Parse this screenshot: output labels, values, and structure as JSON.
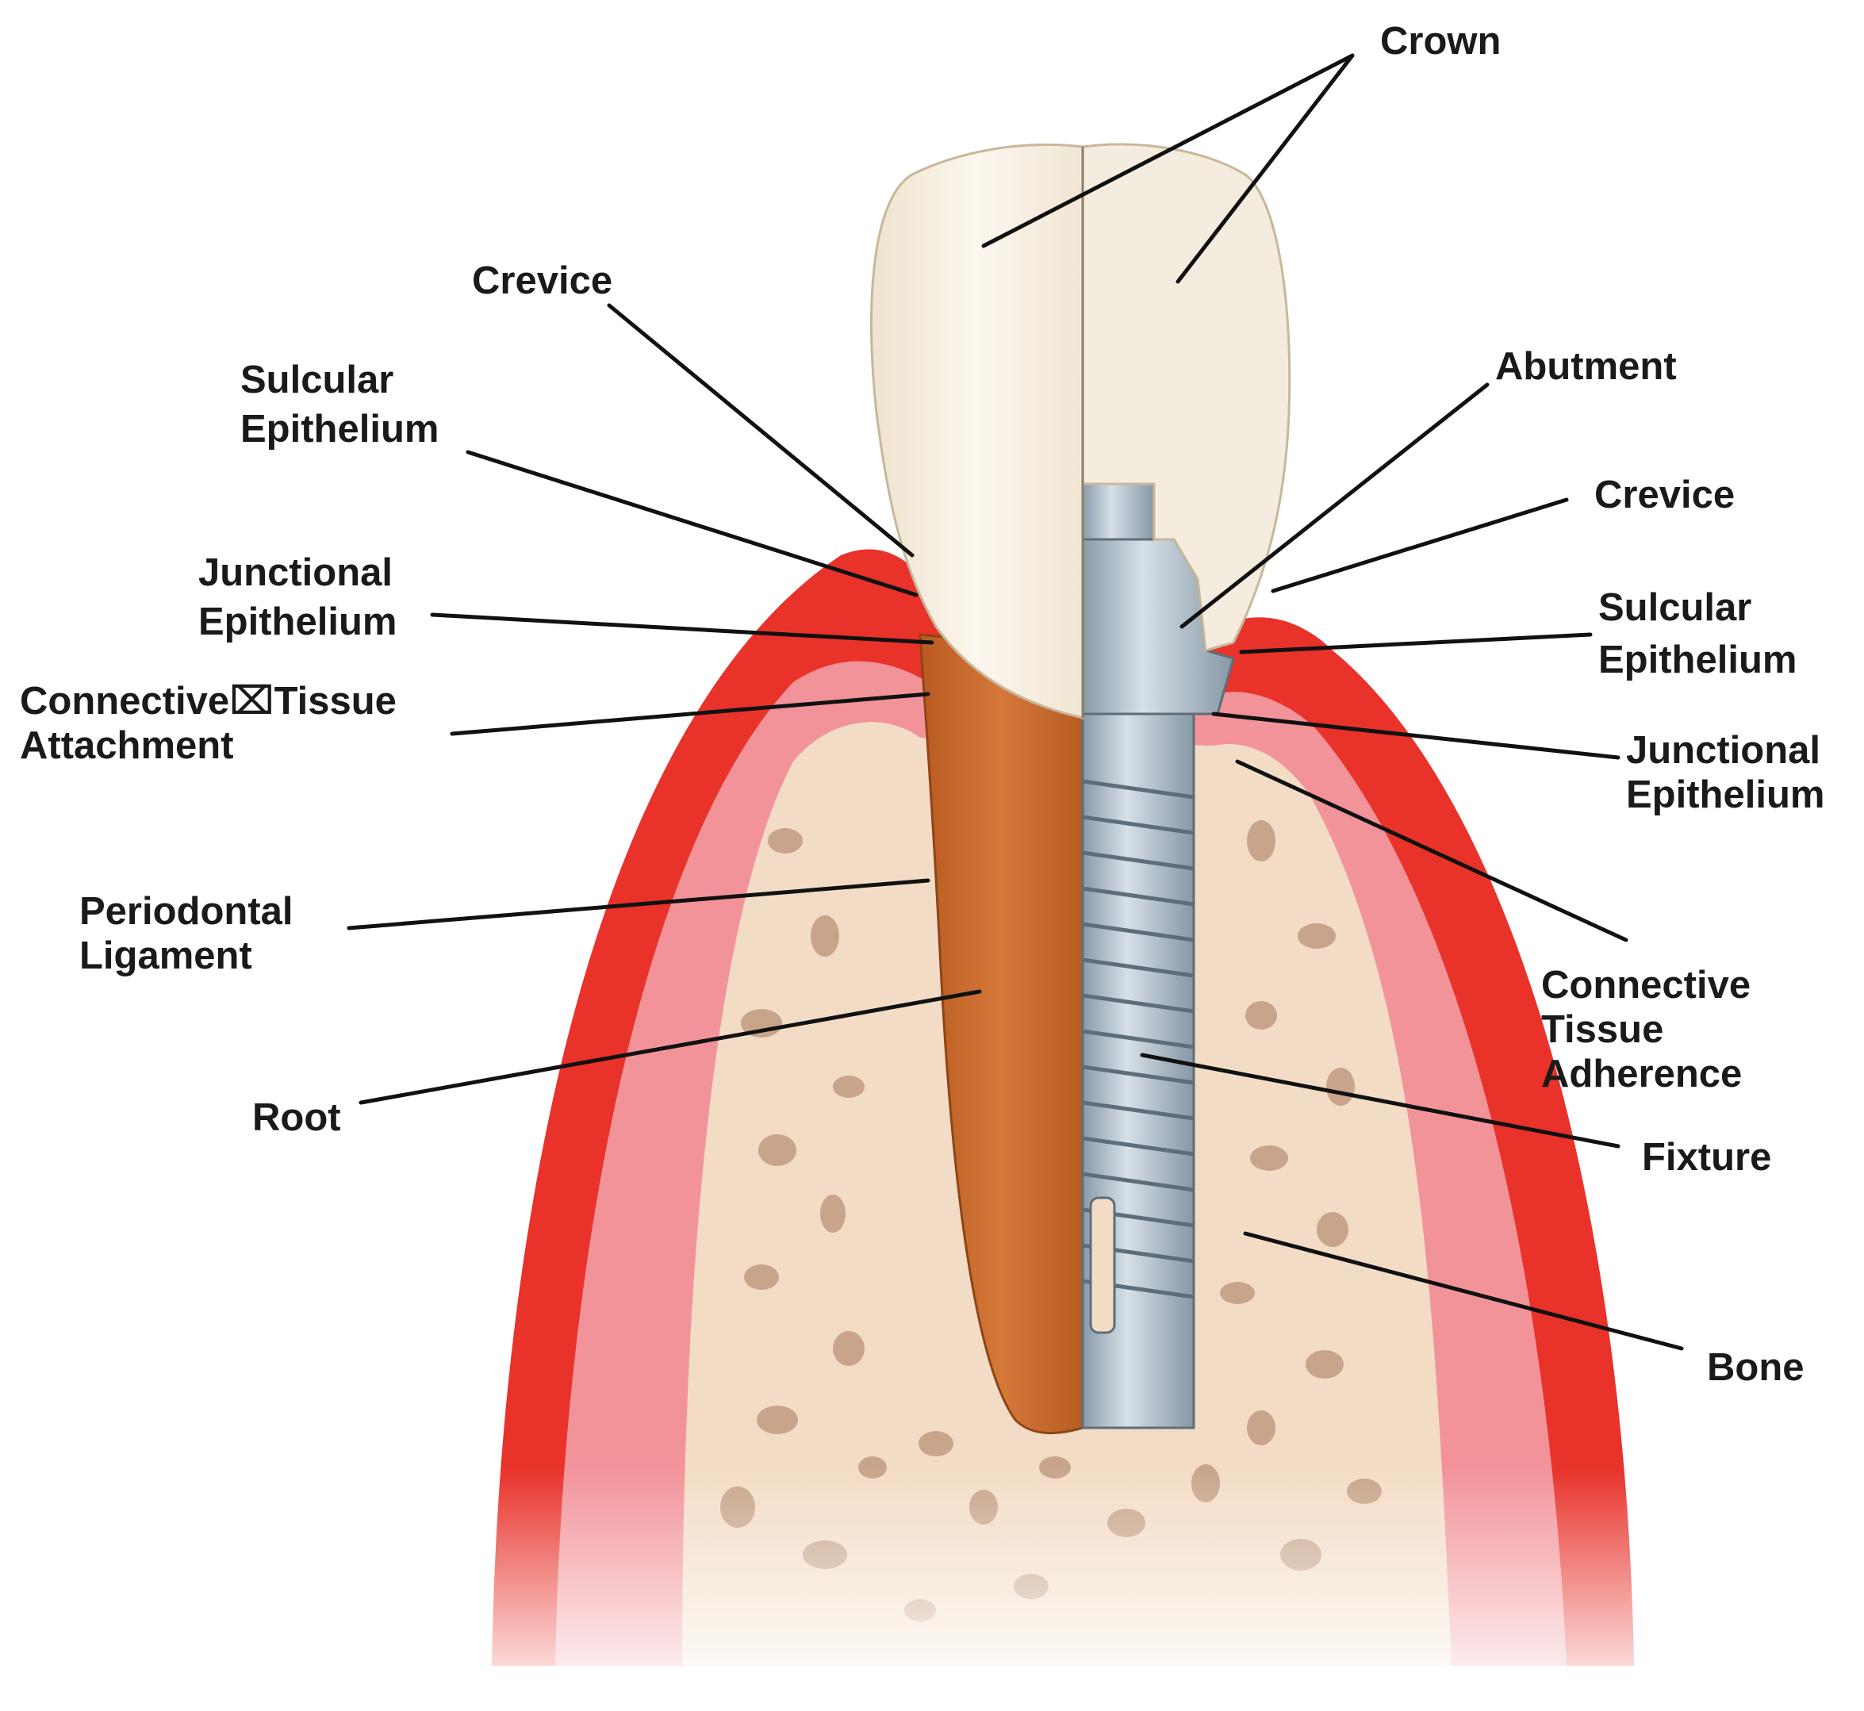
{
  "labels": {
    "crown": "Crown",
    "crevice_left": "Crevice",
    "sulcular_epithelium_left": [
      "Sulcular",
      "Epithelium"
    ],
    "junctional_epithelium_left": [
      "Junctional",
      "Epithelium"
    ],
    "connective_tissue_attachment": [
      "Connective⌧Tissue",
      "Attachment"
    ],
    "periodontal_ligament": [
      "Periodontal",
      "Ligament"
    ],
    "root": "Root",
    "abutment": "Abutment",
    "crevice_right": "Crevice",
    "sulcular_epithelium_right": [
      "Sulcular",
      "Epithelium"
    ],
    "junctional_epithelium_right": [
      "Junctional",
      "Epithelium"
    ],
    "connective_tissue_adherence": [
      "Connective",
      "Tissue",
      "Adherence"
    ],
    "fixture": "Fixture",
    "bone": "Bone"
  },
  "colors": {
    "gum_outer": "#e8322a",
    "gum_inner": "#f2939a",
    "bone": "#f3dcc6",
    "bone_pores": "#c8a58a",
    "root": "#c96a2a",
    "crown": "#f4ecde",
    "implant_metal": "#a9b8c4"
  }
}
